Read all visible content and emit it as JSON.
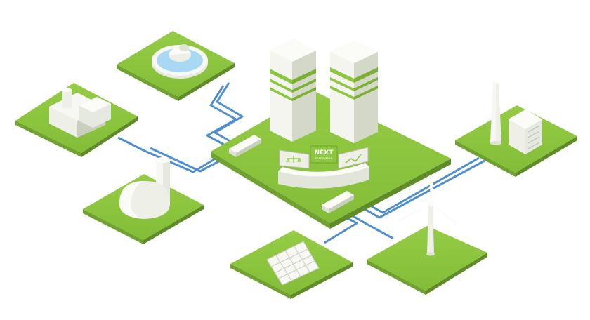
{
  "colors": {
    "tile_top": "#8dc63f",
    "tile_side": "#6fa231",
    "tile_rim": "#f2f6ea",
    "building": "#eef0e8",
    "building_shade": "#d5d9cc",
    "building_dark": "#c3c8b8",
    "accent_band": "#8dc63f",
    "connection": "#4f8fcf",
    "water": "#a9d8f5"
  },
  "hub": {
    "control_desk": {
      "brand_line1": "NEXT",
      "brand_line2": "KRAFTWERKE"
    },
    "buildings": [
      "server-tower-left",
      "server-tower-right"
    ]
  },
  "nodes": [
    {
      "id": "factory",
      "icon": "factory-icon"
    },
    {
      "id": "water-treatment",
      "icon": "water-plant-icon"
    },
    {
      "id": "biogas",
      "icon": "biogas-plant-icon"
    },
    {
      "id": "solar",
      "icon": "solar-panel-icon"
    },
    {
      "id": "wind",
      "icon": "wind-turbine-icon"
    },
    {
      "id": "power-plant",
      "icon": "chimney-plant-icon"
    }
  ]
}
